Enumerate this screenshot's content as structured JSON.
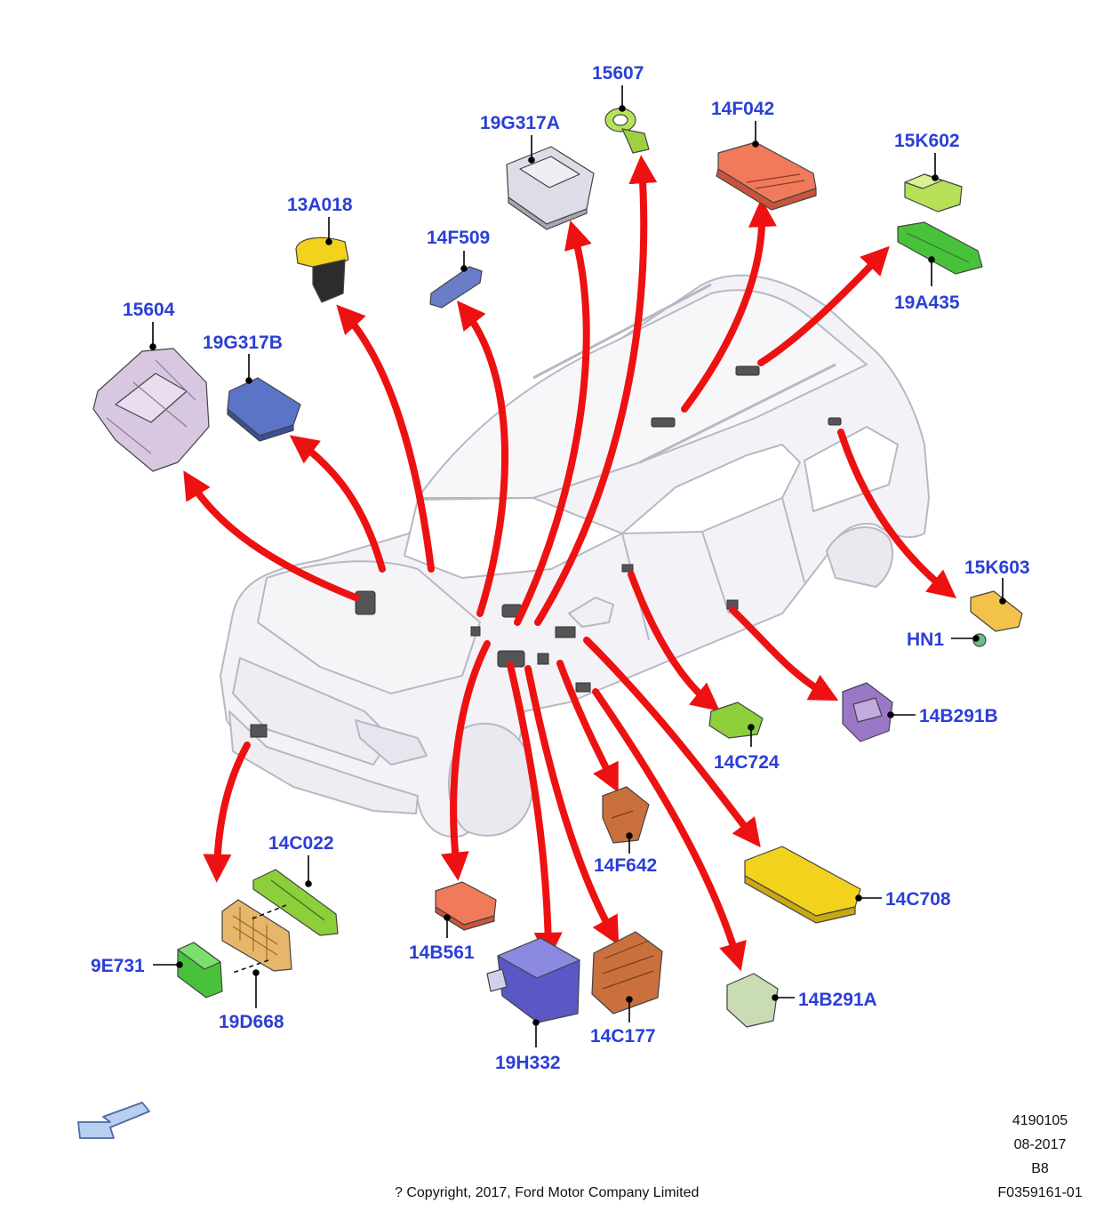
{
  "labels": {
    "p15607": "15607",
    "p19G317A": "19G317A",
    "p14F042": "14F042",
    "p15K602": "15K602",
    "p19A435": "19A435",
    "p13A018": "13A018",
    "p14F509": "14F509",
    "p15604": "15604",
    "p19G317B": "19G317B",
    "p15K603": "15K603",
    "pHN1": "HN1",
    "p14B291B": "14B291B",
    "p14C724": "14C724",
    "p14C022": "14C022",
    "p9E731": "9E731",
    "p19D668": "19D668",
    "p14B561": "14B561",
    "p19H332": "19H332",
    "p14F642": "14F642",
    "p14C177": "14C177",
    "p14C708": "14C708",
    "p14B291A": "14B291A"
  },
  "footer": {
    "code1": "4190105",
    "date": "08-2017",
    "rev": "B8",
    "copyright": "? Copyright, 2017, Ford Motor Company Limited",
    "figure_id": "F0359161-01"
  },
  "colors": {
    "label_blue": "#2b3fd6",
    "arrow_red": "#ee1111",
    "vehicle_outline": "#b8b8c4",
    "vehicle_fill": "#f2f2f6",
    "green": "#8ccf3a",
    "salmon": "#f07a5a",
    "yellow": "#f2d21c",
    "violet": "#b7a9d9",
    "blue_module": "#5b74c8",
    "gray_module": "#dcdde6",
    "orange_brown": "#c9703c",
    "lavender": "#d7c7e0",
    "purple": "#9a78c7",
    "bright_green": "#48c23b",
    "pale_green": "#c9dcb4",
    "tan": "#e6b66a",
    "indigo": "#5a58c4"
  }
}
